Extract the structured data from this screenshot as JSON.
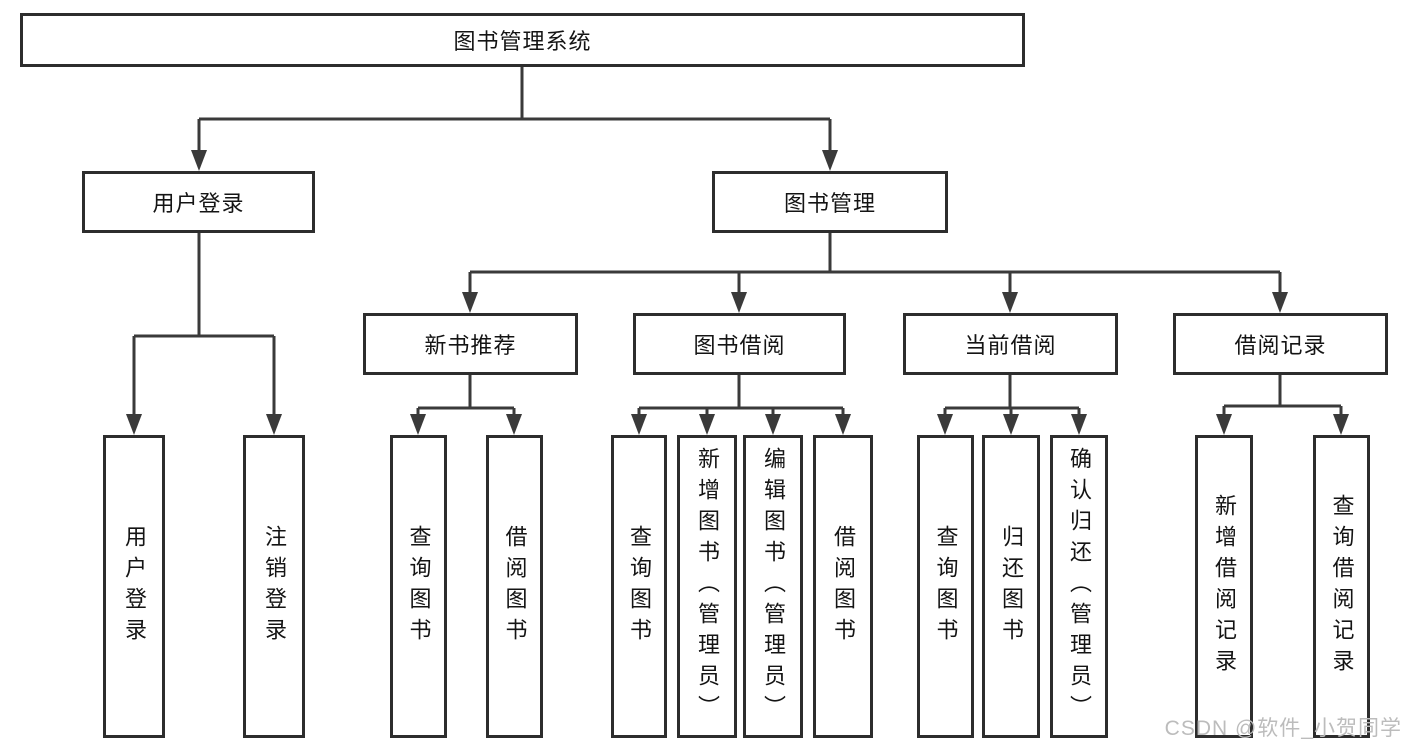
{
  "tree": {
    "label": "图书管理系统",
    "children": [
      {
        "label": "用户登录",
        "children": [
          {
            "label": "用户登录"
          },
          {
            "label": "注销登录"
          }
        ]
      },
      {
        "label": "图书管理",
        "children": [
          {
            "label": "新书推荐",
            "children": [
              {
                "label": "查询图书"
              },
              {
                "label": "借阅图书"
              }
            ]
          },
          {
            "label": "图书借阅",
            "children": [
              {
                "label": "查询图书"
              },
              {
                "label": "新增图书（管理员）"
              },
              {
                "label": "编辑图书（管理员）"
              },
              {
                "label": "借阅图书"
              }
            ]
          },
          {
            "label": "当前借阅",
            "children": [
              {
                "label": "查询图书"
              },
              {
                "label": "归还图书"
              },
              {
                "label": "确认归还（管理员）"
              }
            ]
          },
          {
            "label": "借阅记录",
            "children": [
              {
                "label": "新增借阅记录"
              },
              {
                "label": "查询借阅记录"
              }
            ]
          }
        ]
      }
    ]
  },
  "watermark": {
    "text": "CSDN @软件_小贺同学"
  },
  "colors": {
    "line": "#3a3a3a",
    "box_border": "#2d2d2d",
    "box_fill": "#ffffff",
    "text": "#141414",
    "watermark": "#bcbcbc"
  }
}
